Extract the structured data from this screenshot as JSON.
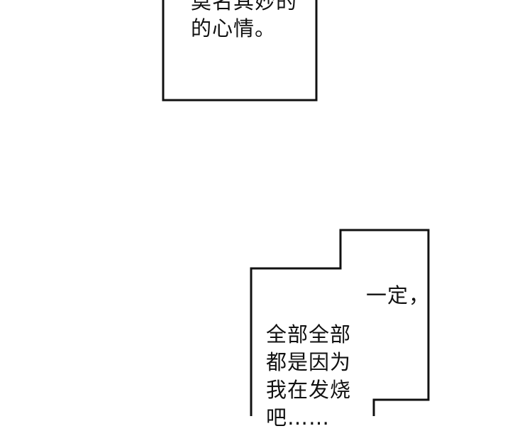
{
  "panel_top": {
    "lines": [
      "莫名其妙的",
      "的心情。"
    ]
  },
  "panel_bottom": {
    "first_line": "一定，",
    "lines": [
      "全部全部",
      "都是因为",
      "我在发烧",
      "吧……"
    ]
  }
}
